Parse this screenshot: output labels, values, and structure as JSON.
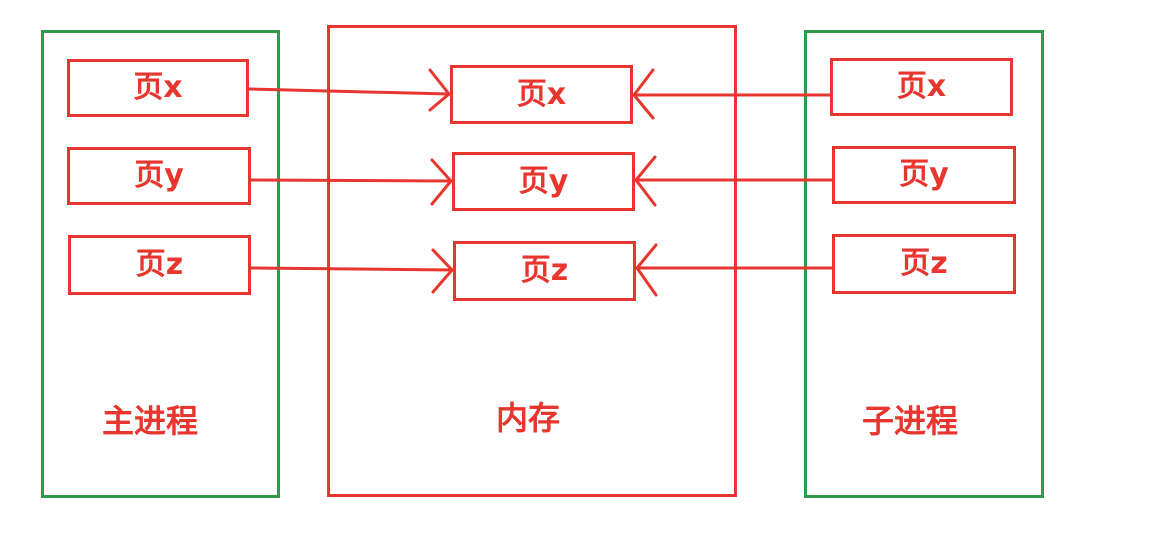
{
  "colors": {
    "process_border": "#2e9a4a",
    "memory_border": "#e8362e",
    "text": "#e8362e"
  },
  "main_process": {
    "title": "主进程",
    "pages": [
      "页x",
      "页y",
      "页z"
    ]
  },
  "memory": {
    "title": "内存",
    "pages": [
      "页x",
      "页y",
      "页z"
    ]
  },
  "child_process": {
    "title": "子进程",
    "pages": [
      "页x",
      "页y",
      "页z"
    ]
  }
}
